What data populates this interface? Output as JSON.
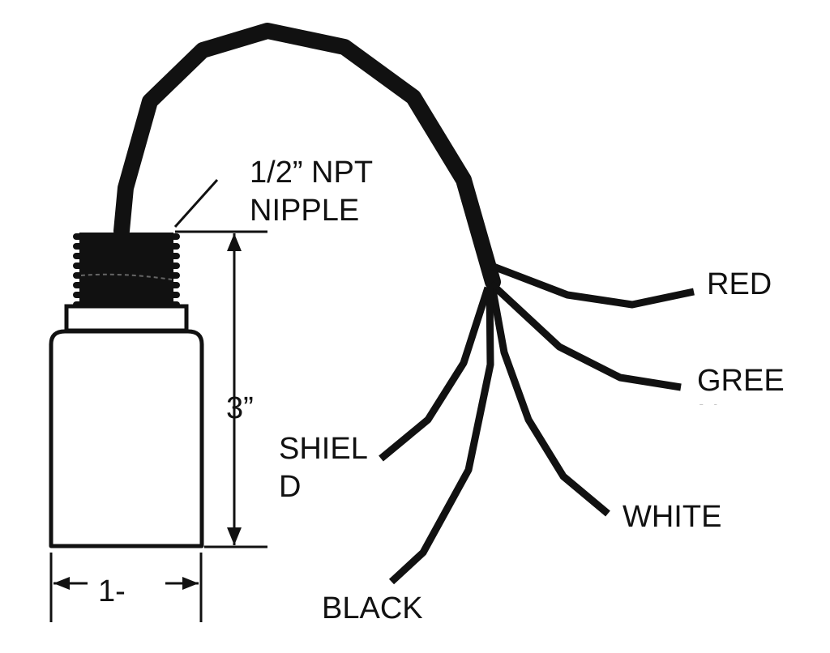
{
  "diagram": {
    "labels": {
      "nipple_line1": "1/2” NPT",
      "nipple_line2": "NIPPLE",
      "height": "3”",
      "width": "1-",
      "red": "RED",
      "green_line1": "GREE",
      "green_line2": "N",
      "shield_line1": "SHIEL",
      "shield_line2": "D",
      "white": "WHITE",
      "black": "BLACK"
    },
    "colors": {
      "ink": "#111111",
      "background": "#ffffff"
    }
  }
}
